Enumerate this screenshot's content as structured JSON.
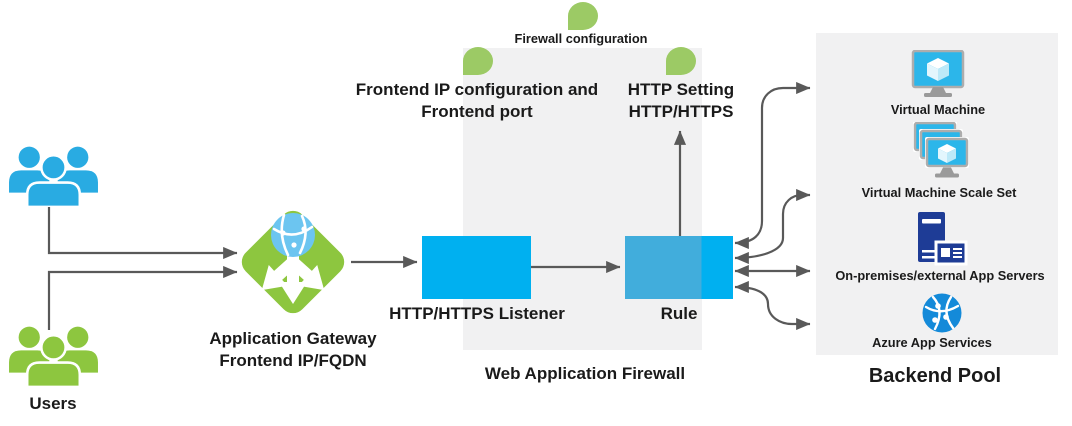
{
  "users": {
    "label": "Users",
    "icon_top": "users-group-blue-icon",
    "icon_bottom": "users-group-green-icon"
  },
  "gateway": {
    "icon": "application-gateway-icon",
    "label_line1": "Application Gateway",
    "label_line2": "Frontend IP/FQDN"
  },
  "waf": {
    "title": "Web Application Firewall",
    "firewall_configuration_label": "Firewall configuration",
    "frontend_ip_line1": "Frontend IP configuration and",
    "frontend_ip_line2": "Frontend port",
    "http_setting_line1": "HTTP Setting",
    "http_setting_line2": "HTTP/HTTPS",
    "listener_label": "HTTP/HTTPS Listener",
    "rule_label": "Rule"
  },
  "backend_pool": {
    "title": "Backend Pool",
    "items": [
      {
        "label": "Virtual Machine",
        "icon": "virtual-machine-icon"
      },
      {
        "label": "Virtual Machine Scale Set",
        "icon": "virtual-machine-scale-set-icon"
      },
      {
        "label": "On-premises/external App Servers",
        "icon": "on-premises-app-servers-icon"
      },
      {
        "label": "Azure App Services",
        "icon": "azure-app-services-icon"
      }
    ]
  },
  "connections": [
    {
      "from": "Users (top group)",
      "to": "Application Gateway",
      "type": "arrow"
    },
    {
      "from": "Users (bottom group)",
      "to": "Application Gateway",
      "type": "arrow"
    },
    {
      "from": "Application Gateway",
      "to": "HTTP/HTTPS Listener",
      "type": "arrow"
    },
    {
      "from": "HTTP/HTTPS Listener",
      "to": "Rule",
      "type": "arrow"
    },
    {
      "from": "Rule",
      "to": "HTTP Setting HTTP/HTTPS",
      "type": "arrow-up"
    },
    {
      "from": "Rule",
      "to": "Virtual Machine",
      "type": "double-arrow"
    },
    {
      "from": "Rule",
      "to": "Virtual Machine Scale Set",
      "type": "double-arrow"
    },
    {
      "from": "Rule",
      "to": "On-premises/external App Servers",
      "type": "double-arrow"
    },
    {
      "from": "Rule",
      "to": "Azure App Services",
      "type": "double-arrow"
    }
  ],
  "colors": {
    "accent_blue": "#00b0f0",
    "rule_muted_blue": "#41addc",
    "person_blue": "#29abe2",
    "person_green": "#8dc63f",
    "gateway_green": "#8dc63f",
    "marker_green": "#9cca65",
    "panel_gray": "#f1f1f2",
    "line_gray": "#595959",
    "text": "#1a1a1a",
    "server_navy": "#1e3c96",
    "app_service_blue": "#148ad9",
    "screen_cyan": "#2cb6ea"
  }
}
